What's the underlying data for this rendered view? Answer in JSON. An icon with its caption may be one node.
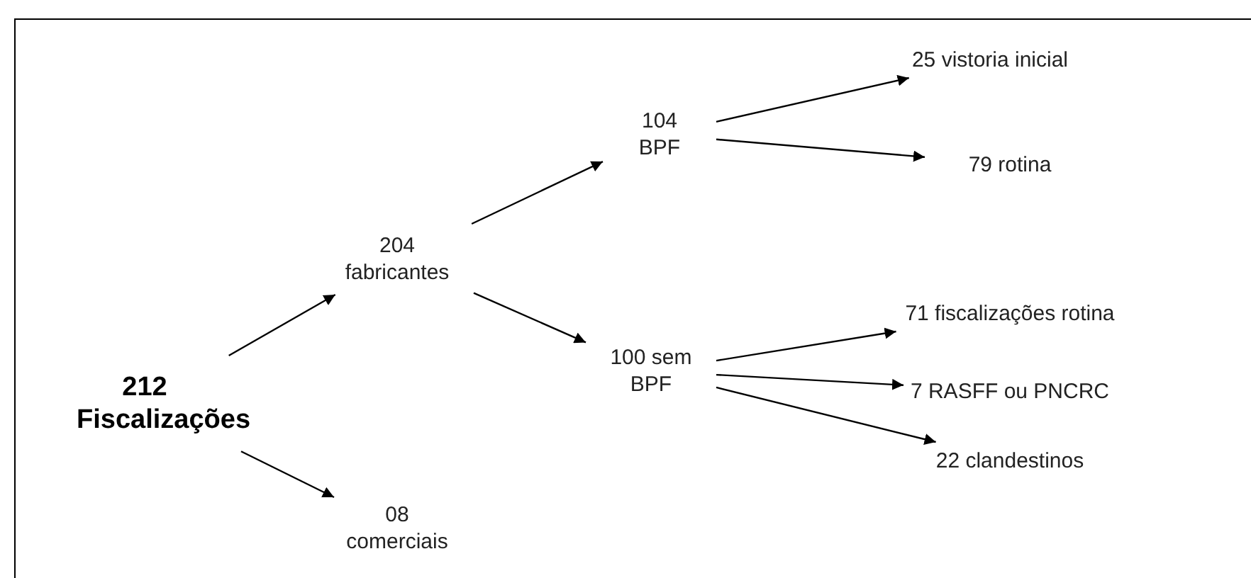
{
  "diagram": {
    "nodes": [
      {
        "text": [
          "212 Fiscalizações"
        ]
      },
      {
        "text": [
          "204 fabricantes"
        ]
      },
      {
        "text": [
          "104 BPF"
        ]
      },
      {
        "text": [
          "25 vistoria inicial"
        ]
      },
      {
        "text": [
          "79 rotina"
        ]
      },
      {
        "text": [
          "100 sem BPF"
        ]
      },
      {
        "text": [
          "71 fiscalizações rotina"
        ]
      },
      {
        "text": [
          "7 RASFF ou PNCRC"
        ]
      },
      {
        "text": [
          "22 clandestinos"
        ]
      },
      {
        "text": [
          "08 comerciais"
        ]
      }
    ],
    "edges": [
      {
        "from": 0,
        "to": 1,
        "arrow": "to"
      },
      {
        "from": 1,
        "to": 2,
        "arrow": "to"
      },
      {
        "from": 2,
        "to": 3,
        "arrow": "to"
      },
      {
        "from": 2,
        "to": 4,
        "arrow": "to"
      },
      {
        "from": 1,
        "to": 5,
        "arrow": "to"
      },
      {
        "from": 5,
        "to": 6,
        "arrow": "to"
      },
      {
        "from": 5,
        "to": 7,
        "arrow": "to"
      },
      {
        "from": 5,
        "to": 8,
        "arrow": "to"
      },
      {
        "from": 0,
        "to": 9,
        "arrow": "to"
      }
    ]
  }
}
